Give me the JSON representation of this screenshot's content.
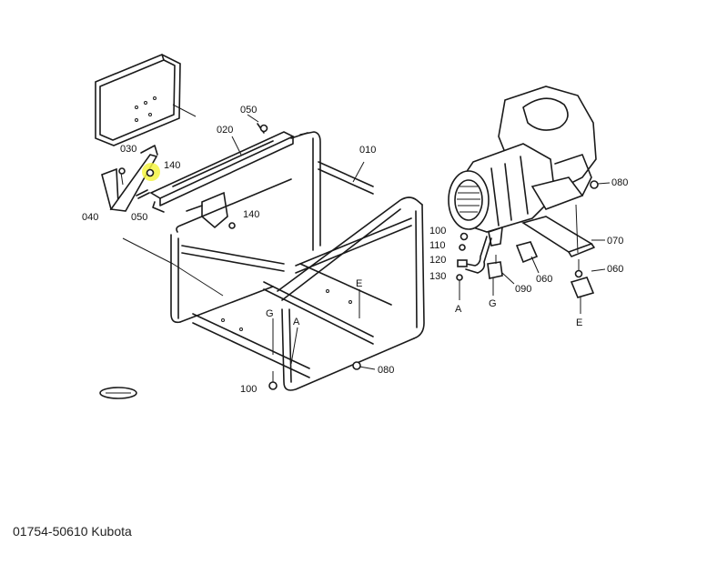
{
  "caption": "01754-50610 Kubota",
  "highlight_color": "#f5f542",
  "labels": {
    "l050a": "050",
    "l020": "020",
    "l010": "010",
    "l030": "030",
    "l140a": "140",
    "l040": "040",
    "l050b": "050",
    "l140b": "140",
    "l100a": "100",
    "l110": "110",
    "l120": "120",
    "l130": "130",
    "lA1": "A",
    "lG1": "G",
    "l090": "090",
    "l060a": "060",
    "l070": "070",
    "l080a": "080",
    "l060b": "060",
    "lE1": "E",
    "lE2": "E",
    "lG2": "G",
    "lA2": "A",
    "l080b": "080",
    "l100b": "100"
  }
}
